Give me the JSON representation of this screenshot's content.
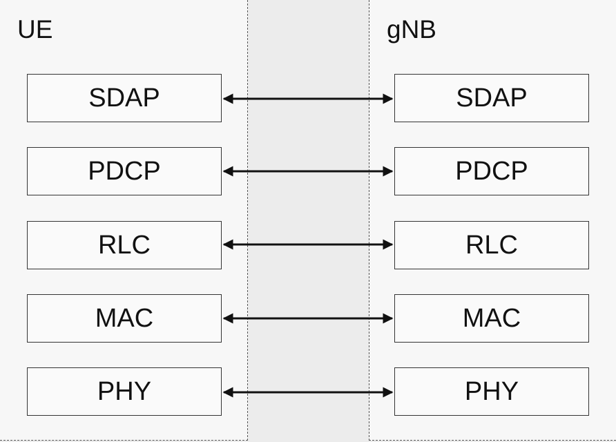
{
  "diagram": {
    "ue": {
      "title": "UE",
      "layers": [
        "SDAP",
        "PDCP",
        "RLC",
        "MAC",
        "PHY"
      ]
    },
    "gnb": {
      "title": "gNB",
      "layers": [
        "SDAP",
        "PDCP",
        "RLC",
        "MAC",
        "PHY"
      ]
    }
  },
  "colors": {
    "background": "#ececec",
    "box_fill": "#fafafa",
    "line": "#111111"
  }
}
